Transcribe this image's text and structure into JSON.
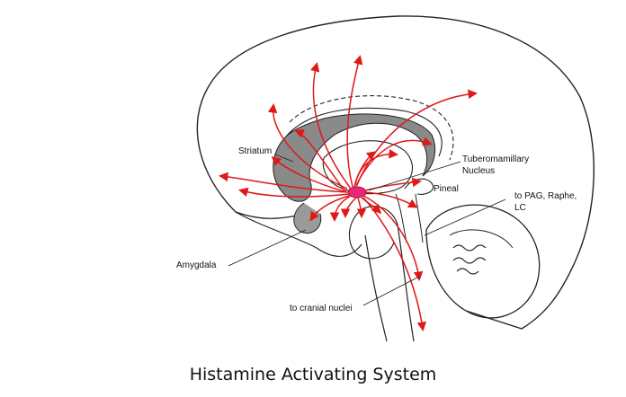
{
  "caption": "Histamine Activating System",
  "labels": {
    "striatum": "Striatum",
    "tmn_line1": "Tuberomamillary",
    "tmn_line2": "Nucleus",
    "pineal": "Pineal",
    "pag_line1": "to PAG, Raphe,",
    "pag_line2": "LC",
    "amygdala": "Amygdala",
    "cranial": "to cranial nuclei"
  },
  "colors": {
    "outline": "#222222",
    "projection": "#e01818",
    "nucleus": "#e8287a",
    "striatum_fill": "#8a8a8a"
  }
}
